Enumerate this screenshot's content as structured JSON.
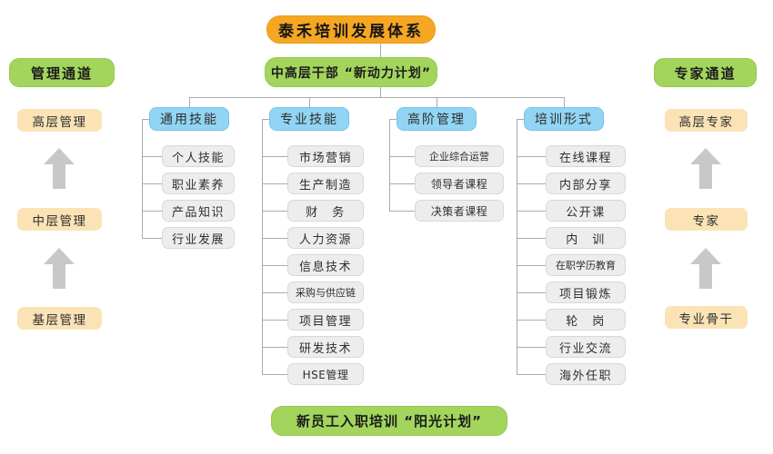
{
  "title": "泰禾培训发展体系",
  "top_banner": "中高层干部 “新动力计划”",
  "bottom_banner": "新员工入职培训 “阳光计划”",
  "left_channel": {
    "header": "管理通道",
    "levels": [
      "高层管理",
      "中层管理",
      "基层管理"
    ]
  },
  "right_channel": {
    "header": "专家通道",
    "levels": [
      "高层专家",
      "专家",
      "专业骨干"
    ]
  },
  "columns": [
    {
      "header": "通用技能",
      "items": [
        "个人技能",
        "职业素养",
        "产品知识",
        "行业发展"
      ]
    },
    {
      "header": "专业技能",
      "items": [
        "市场营销",
        "生产制造",
        "财　务",
        "人力资源",
        "信息技术",
        "采购与供应链",
        "项目管理",
        "研发技术",
        "HSE管理"
      ]
    },
    {
      "header": "高阶管理",
      "items": [
        "企业综合运营",
        "领导者课程",
        "决策者课程"
      ]
    },
    {
      "header": "培训形式",
      "items": [
        "在线课程",
        "内部分享",
        "公开课",
        "内　训",
        "在职学历教育",
        "项目锻炼",
        "轮　岗",
        "行业交流",
        "海外任职"
      ]
    }
  ],
  "colors": {
    "title_orange": "#F5A623",
    "banner_green": "#A3D55D",
    "column_header_blue": "#92D4F3",
    "level_peach": "#FBE3B5",
    "item_gray": "#EDEDED",
    "connector_line": "#ABABAB",
    "arrow_gray": "#C8C8C8"
  }
}
